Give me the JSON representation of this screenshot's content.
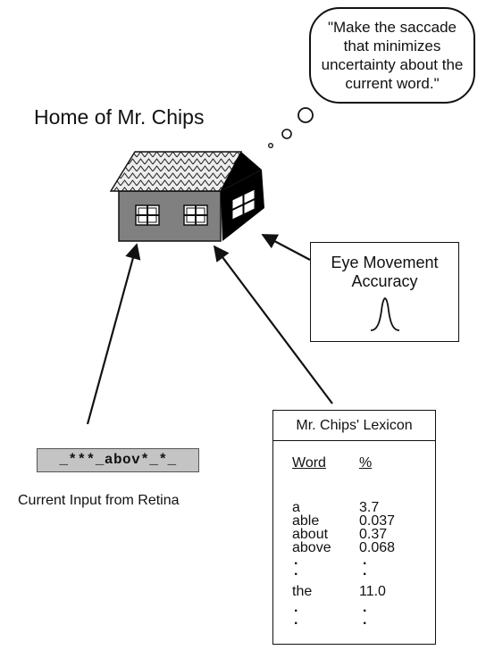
{
  "thought": {
    "text": "\"Make the saccade that minimizes uncertainty about the current word.\""
  },
  "house": {
    "title": "Home of Mr. Chips"
  },
  "eye_movement": {
    "label": "Eye Movement Accuracy"
  },
  "retina": {
    "input": "_***_abov*_*_",
    "caption": "Current Input from Retina"
  },
  "lexicon": {
    "title": "Mr. Chips' Lexicon",
    "headers": {
      "word": "Word",
      "pct": "%"
    },
    "rows": [
      {
        "word": "a",
        "pct": "3.7"
      },
      {
        "word": "able",
        "pct": "0.037"
      },
      {
        "word": "about",
        "pct": "0.37"
      },
      {
        "word": "above",
        "pct": "0.068"
      },
      {
        "word": "the",
        "pct": "11.0"
      }
    ],
    "ellipsis": "."
  },
  "colors": {
    "ink": "#111111",
    "wall": "#808080",
    "roof": "#e8e8e8",
    "side_wall": "#000000",
    "retina_bg": "#c4c4c4"
  }
}
